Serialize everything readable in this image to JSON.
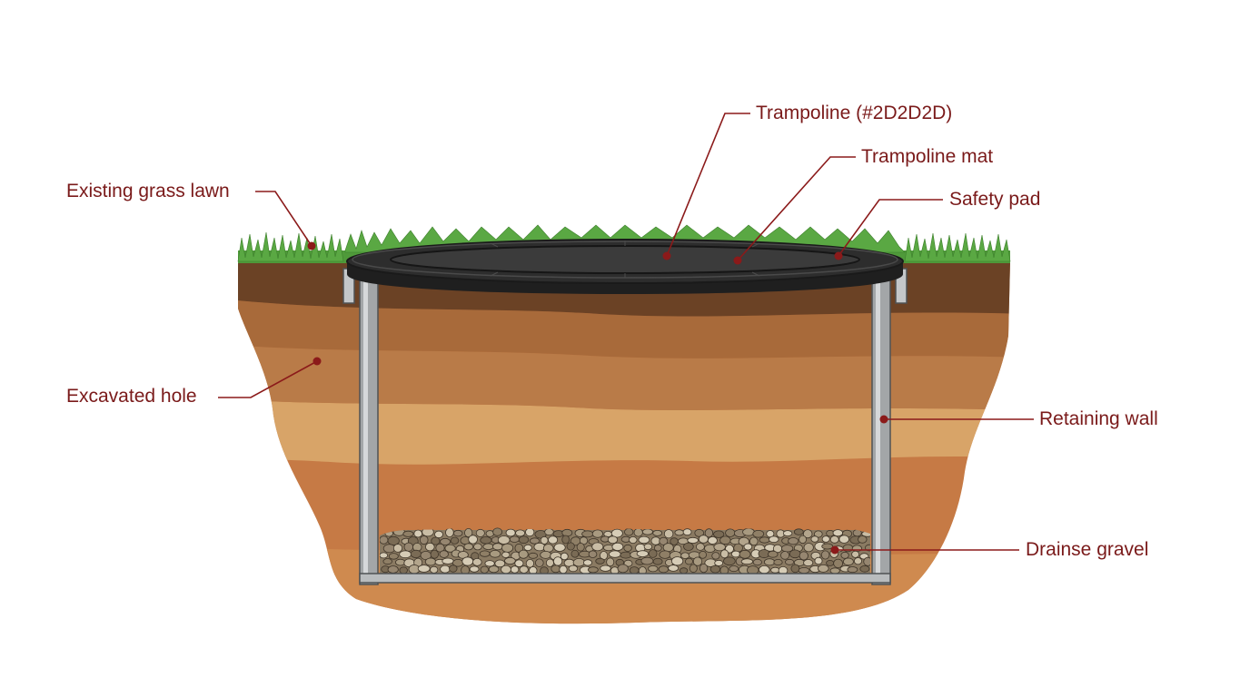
{
  "colors": {
    "label_text": "#7a1a1a",
    "leader_line": "#8b1a1a",
    "trampoline": "#2d2d2d",
    "grass": "#4f9a3a",
    "topsoil": "#6b4225",
    "soil_mid": "#a86a3a",
    "soil_light": "#d8a468",
    "subsoil": "#c67a45",
    "frame_steel": "#a3a6a8",
    "gravel": "#9b8a70"
  },
  "labels": {
    "trampoline": "Trampoline (#2D2D2D)",
    "trampoline_mat": "Trampoline mat",
    "safety_pad": "Safety pad",
    "grass_lawn": "Existing grass lawn",
    "excavated_hole": "Excavated hole",
    "retaining_wall": "Retaining wall",
    "drainage_gravel": "Drainse gravel"
  }
}
